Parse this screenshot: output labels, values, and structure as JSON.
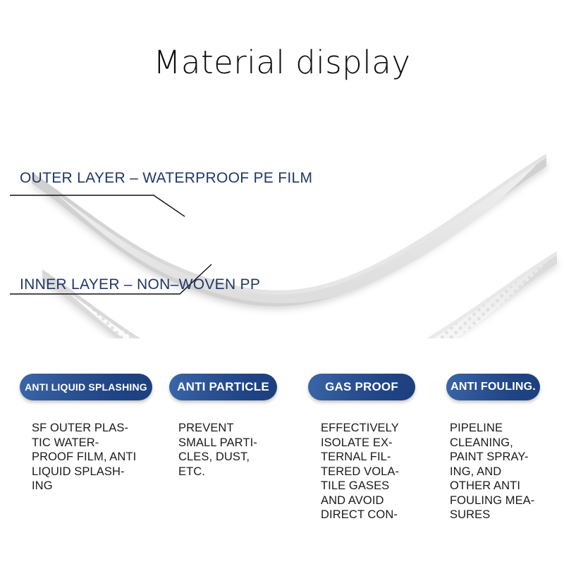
{
  "page": {
    "title": "Material display",
    "background_color": "#ffffff"
  },
  "illustration": {
    "name": "two-layer-fabric-cross-section",
    "outer_sheet_color": "#ececec",
    "inner_sheet_color": "#fafafa",
    "inner_dot_color": "#e3e3e3",
    "leader_line_color": "#111111",
    "layers": [
      {
        "id": "outer",
        "label": "OUTER LAYER – WATERPROOF PE FILM",
        "label_color": "#1f3864",
        "material": "waterproof-pe-film",
        "texture": "smooth"
      },
      {
        "id": "inner",
        "label": "INNER LAYER – NON–WOVEN PP",
        "label_color": "#1f3864",
        "material": "non-woven-pp",
        "texture": "dotted"
      }
    ]
  },
  "features": [
    {
      "badge": "ANTI LIQUID SPLASHING",
      "description": "SF OUTER PLAS-\nTIC WATER-\nPROOF FILM, ANTI\nLIQUID SPLASH-\nING"
    },
    {
      "badge": "ANTI PARTICLE",
      "description": "PREVENT\nSMALL PARTI-\nCLES, DUST,\nETC."
    },
    {
      "badge": "GAS PROOF",
      "description": "EFFECTIVELY\nISOLATE EX-\nTERNAL FIL-\nTERED VOLA-\nTILE GASES\nAND AVOID\nDIRECT CON-"
    },
    {
      "badge": "ANTI FOULING.",
      "description": "PIPELINE\nCLEANING,\nPAINT SPRAY-\nING, AND\nOTHER ANTI\nFOULING MEA-\nSURES"
    }
  ],
  "colors": {
    "badge_gradient_start": "#3a66a8",
    "badge_gradient_end": "#1d3f7d",
    "label_navy": "#1f3864",
    "body_text": "#1a1a1a",
    "title_text": "#0d0d0d"
  }
}
